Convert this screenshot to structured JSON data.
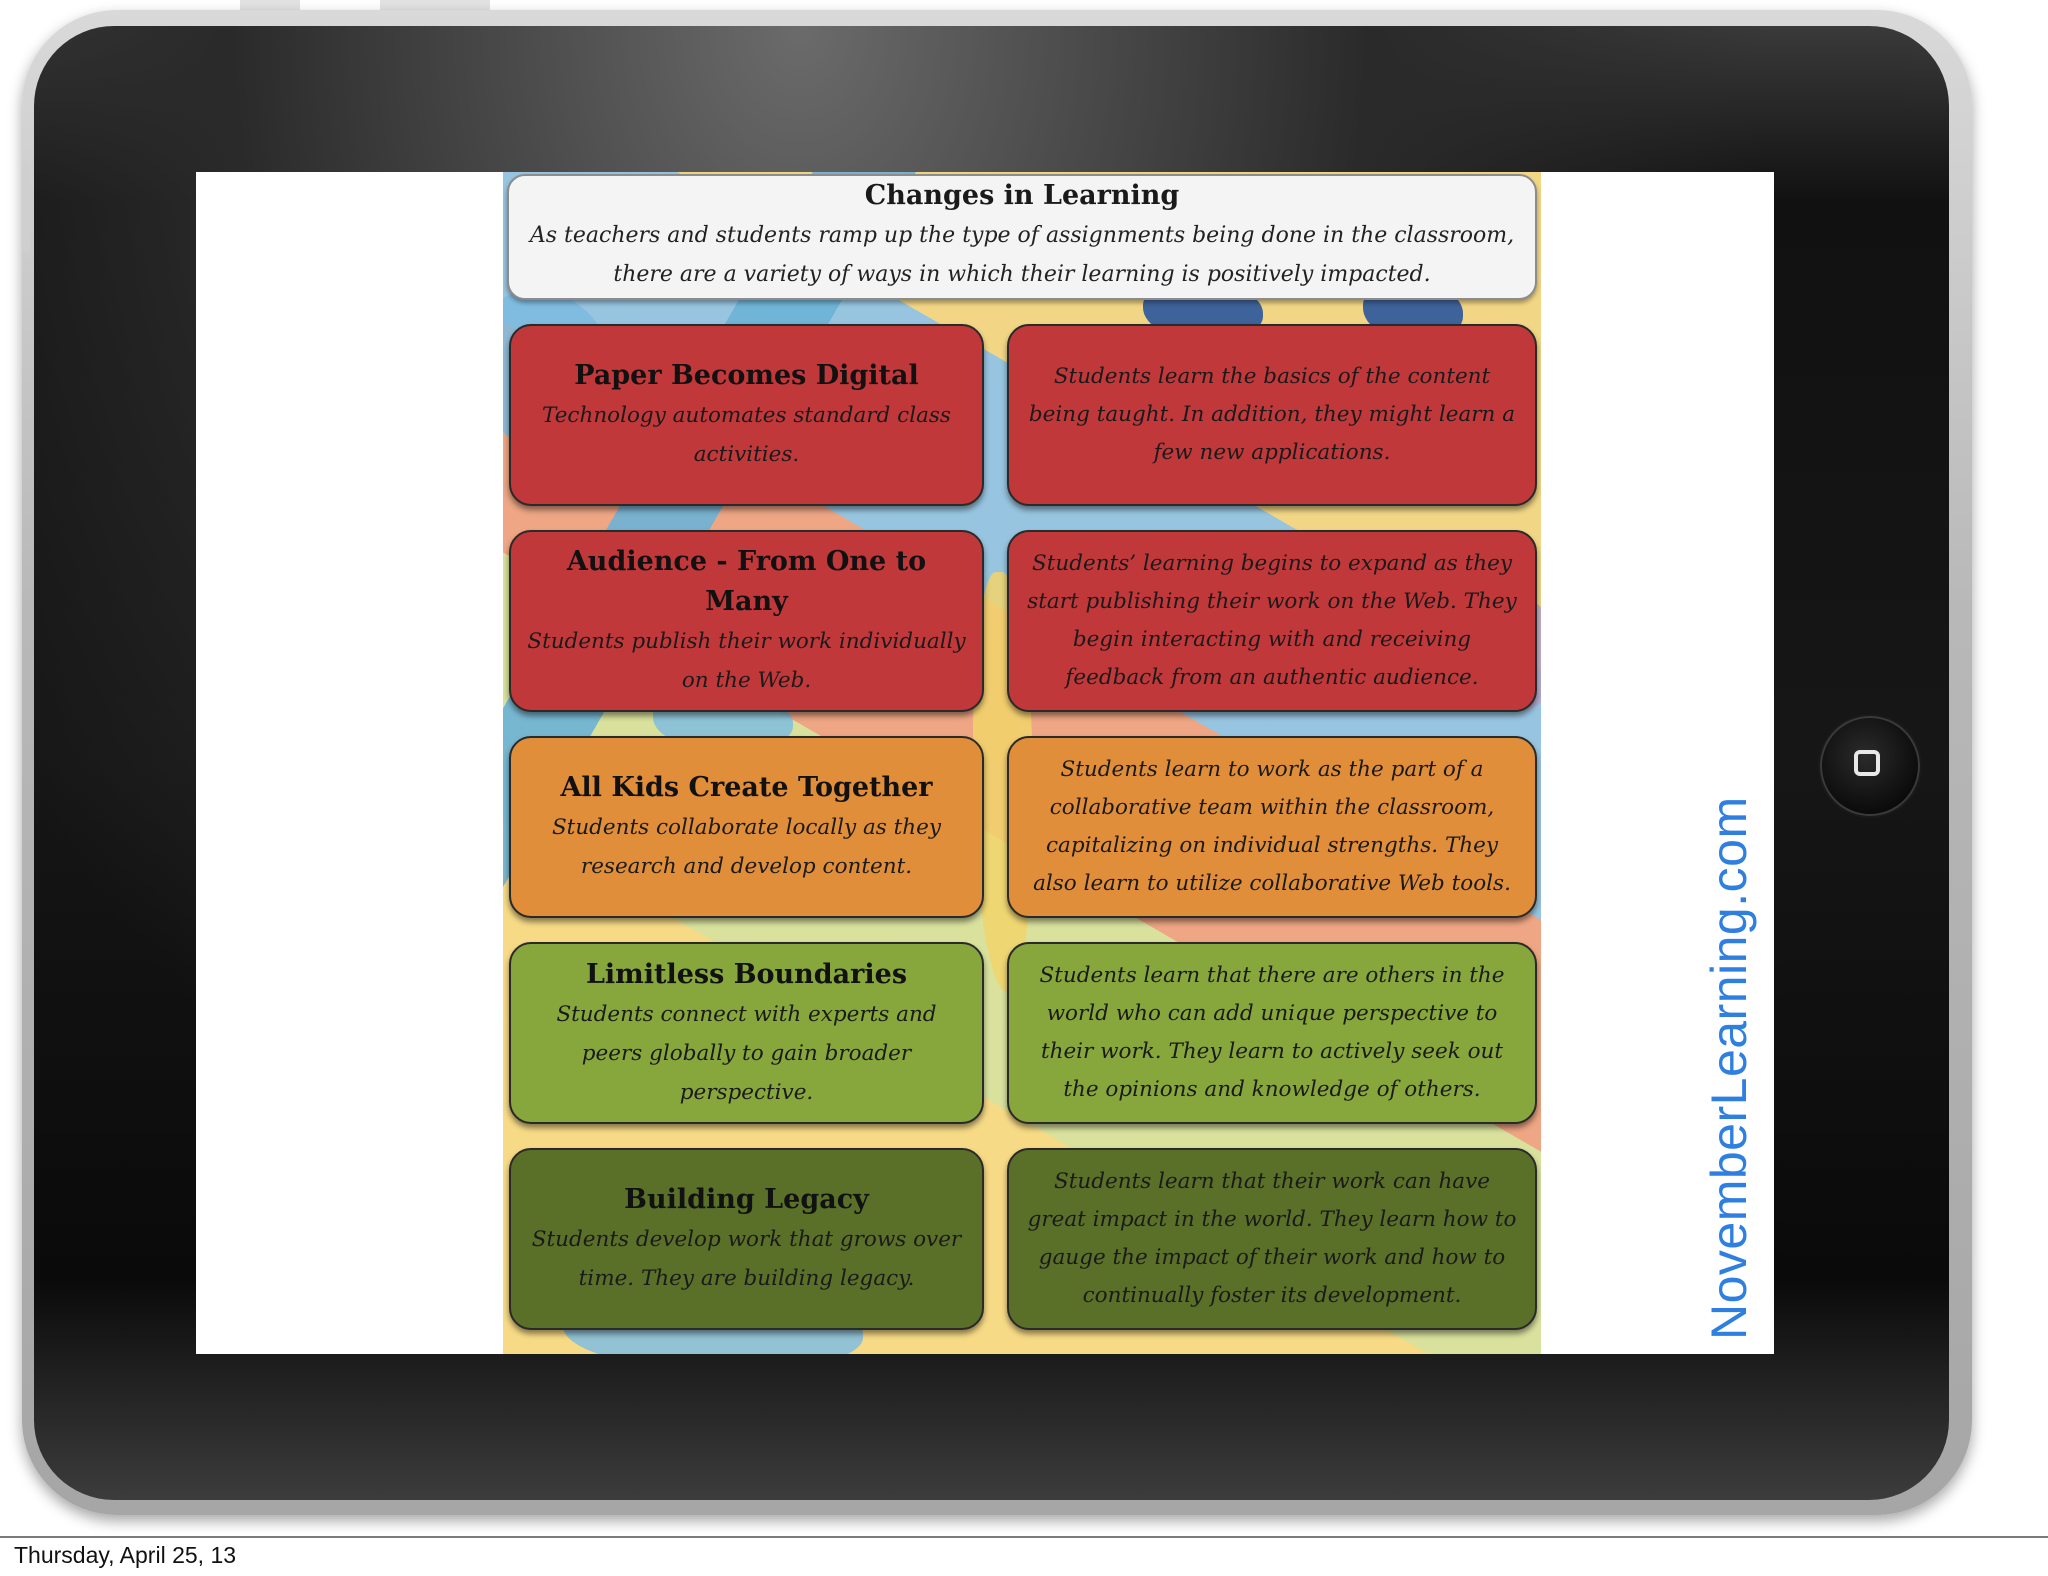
{
  "infographic": {
    "title": "Changes in Learning",
    "subtitle": "As teachers and students ramp up the type of assignments being done in the classroom, there are a variety of ways in which their learning is positively impacted.",
    "rows": [
      {
        "title": "Paper Becomes Digital",
        "summary": "Technology automates standard class activities.",
        "detail": "Students learn the basics of the content being taught. In addition, they might learn a few new applications.",
        "color": "#c1383b"
      },
      {
        "title": "Audience - From One to Many",
        "summary": "Students publish their work individually on the Web.",
        "detail": "Students’ learning begins to expand as they start publishing their work on the Web. They begin interacting with and receiving feedback from an authentic audience.",
        "color": "#c1383b"
      },
      {
        "title": "All Kids Create Together",
        "summary": "Students collaborate locally as they research and develop content.",
        "detail": "Students learn to work as the part of a collaborative team within the classroom, capitalizing on individual strengths. They also learn to utilize collaborative Web tools.",
        "color": "#e08e3a"
      },
      {
        "title": "Limitless Boundaries",
        "summary": "Students connect with experts and peers globally to gain broader perspective.",
        "detail": "Students learn that there are others in the world who can add unique perspective to their work. They learn to actively seek out the opinions and knowledge of others.",
        "color": "#87a63c"
      },
      {
        "title": "Building Legacy",
        "summary": "Students develop work that grows over time. They are building legacy.",
        "detail": "Students learn that their work can have great impact in the world. They learn how to gauge the impact of their work and how to continually foster its development.",
        "color": "#5a7028"
      }
    ]
  },
  "watermark": "NovemberLearning.com",
  "footer": {
    "date": "Thursday, April 25, 13"
  },
  "colors": {
    "watermark": "#2f7fe0",
    "bezel": "#111111"
  },
  "icons": {
    "home_button": "home-button-icon"
  }
}
